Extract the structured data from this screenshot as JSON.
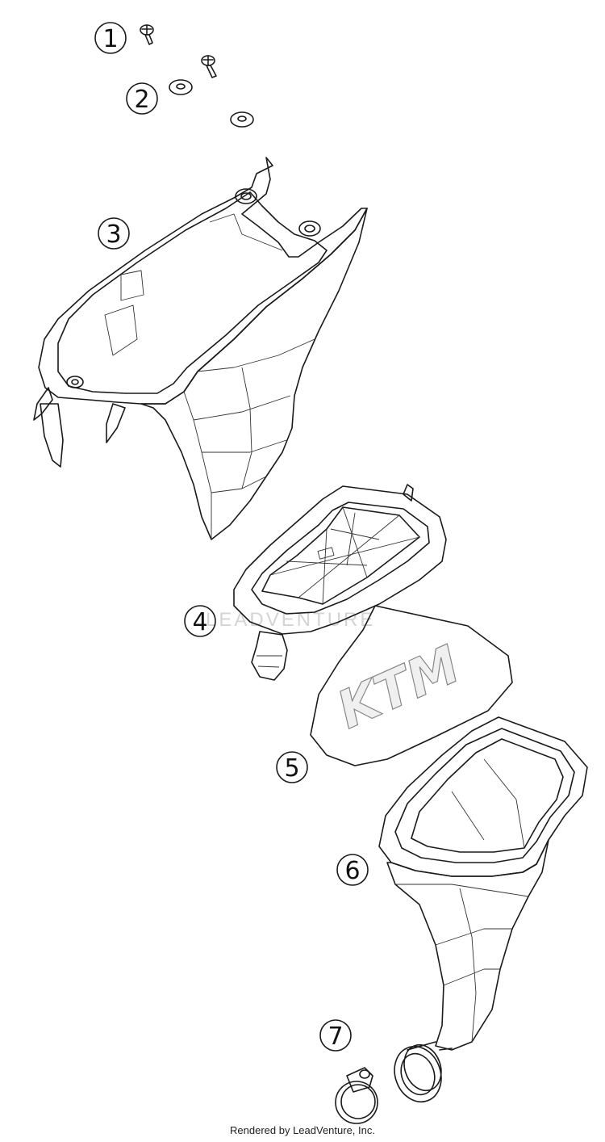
{
  "callouts": {
    "c1": "1",
    "c2": "2",
    "c3": "3",
    "c4": "4",
    "c5": "5",
    "c6": "6",
    "c7": "7"
  },
  "watermark": "LEADVENTURE",
  "filter_logo": "KTM",
  "footer": "Rendered by LeadVenture, Inc."
}
